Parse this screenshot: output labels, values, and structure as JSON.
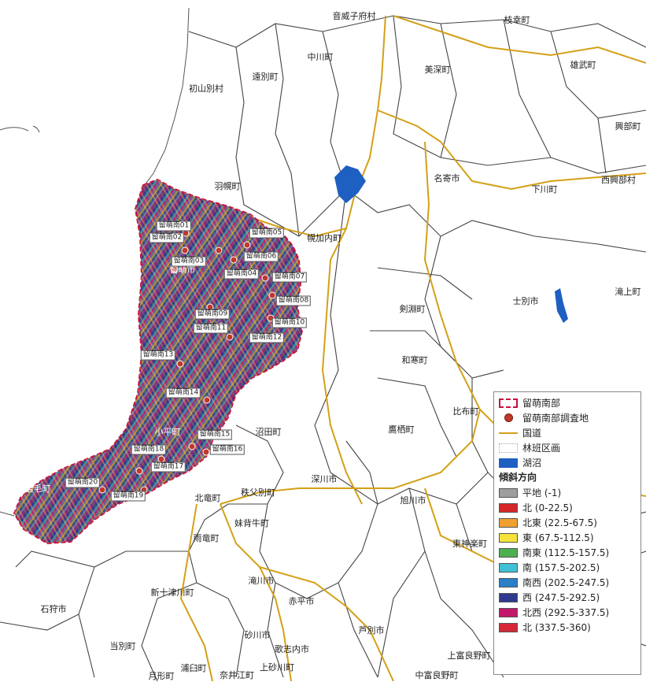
{
  "map": {
    "municipalities": [
      "音威子府村",
      "枝幸町",
      "中川町",
      "初山別村",
      "遠別町",
      "美深町",
      "雄武町",
      "興部町",
      "羽幌町",
      "名寄市",
      "下川町",
      "西興部村",
      "幌加内町",
      "士別市",
      "滝上町",
      "剣淵町",
      "和寒町",
      "比布町",
      "鷹栖町",
      "沼田町",
      "深川市",
      "旭川市",
      "北竜町",
      "秩父別町",
      "妹背牛町",
      "雨竜町",
      "東神楽町",
      "新十津川町",
      "滝川市",
      "赤平市",
      "石狩市",
      "芦別市",
      "砂川市",
      "当別町",
      "歌志内市",
      "上砂川町",
      "上富良野町",
      "浦臼町",
      "月形町",
      "奈井江町",
      "中富良野町",
      "留萌市",
      "小平町",
      "増毛町"
    ],
    "sites": [
      "留萌南01",
      "留萌南02",
      "留萌南03",
      "留萌南04",
      "留萌南05",
      "留萌南06",
      "留萌南07",
      "留萌南08",
      "留萌南09",
      "留萌南10",
      "留萌南11",
      "留萌南12",
      "留萌南13",
      "留萌南14",
      "留萌南15",
      "留萌南16",
      "留萌南17",
      "留萌南18",
      "留萌南19",
      "留萌南20"
    ]
  },
  "legend": {
    "items": [
      {
        "label": "留萌南部",
        "color": "#c8103c",
        "kind": "dashed-box"
      },
      {
        "label": "留萌南部調査地",
        "color": "#c0392b",
        "kind": "dot"
      },
      {
        "label": "国道",
        "color": "#d4a017",
        "kind": "line"
      },
      {
        "label": "林班区画",
        "color": "#aaaaaa",
        "kind": "dotted-box"
      },
      {
        "label": "湖沼",
        "color": "#1e5fc2",
        "kind": "fill"
      }
    ],
    "aspect_title": "傾斜方向",
    "aspect_classes": [
      {
        "label": "平地 (-1)",
        "color": "#9e9e9e"
      },
      {
        "label": "北 (0-22.5)",
        "color": "#d62728"
      },
      {
        "label": "北東 (22.5-67.5)",
        "color": "#f0a030"
      },
      {
        "label": "東 (67.5-112.5)",
        "color": "#f5e23a"
      },
      {
        "label": "南東 (112.5-157.5)",
        "color": "#4caf50"
      },
      {
        "label": "南 (157.5-202.5)",
        "color": "#3ec1d8"
      },
      {
        "label": "南西 (202.5-247.5)",
        "color": "#2a7fc8"
      },
      {
        "label": "西 (247.5-292.5)",
        "color": "#2f3a8f"
      },
      {
        "label": "北西 (292.5-337.5)",
        "color": "#c2186b"
      },
      {
        "label": "北 (337.5-360)",
        "color": "#d62739"
      }
    ]
  }
}
